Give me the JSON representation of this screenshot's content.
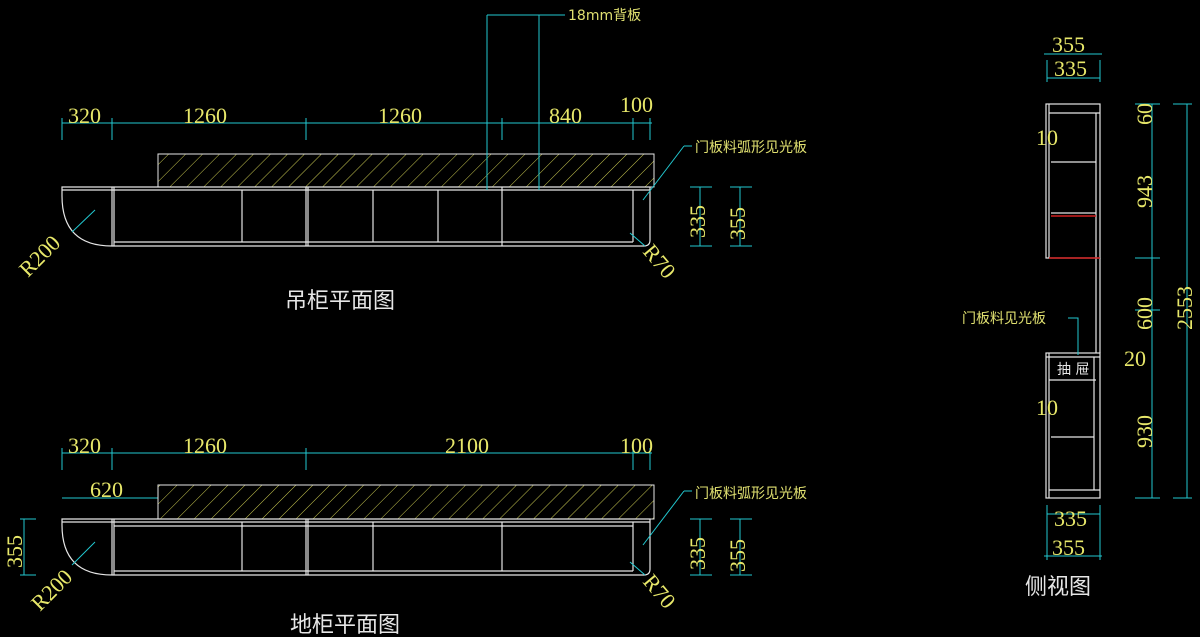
{
  "wall_plan": {
    "title": "吊柜平面图",
    "dims": [
      "320",
      "1260",
      "1260",
      "840",
      "100"
    ],
    "back_panel_note": "18mm背板",
    "door_note": "门板料弧形见光板",
    "depth_dims": [
      "335",
      "355"
    ],
    "radius_left": "R200",
    "radius_right": "R70"
  },
  "base_plan": {
    "title": "地柜平面图",
    "dims": [
      "320",
      "1260",
      "2100",
      "100"
    ],
    "offset_dim": "620",
    "left_depth": "355",
    "door_note": "门板料弧形见光板",
    "depth_dims": [
      "335",
      "355"
    ],
    "radius_left": "R200",
    "radius_right": "R70"
  },
  "side_view": {
    "title": "侧视图",
    "top_dims": [
      "355",
      "335"
    ],
    "bottom_dims": [
      "335",
      "355"
    ],
    "height_dims": [
      "60",
      "943",
      "600",
      "20",
      "930"
    ],
    "total_height": "2553",
    "gap_upper": "10",
    "gap_lower": "10",
    "drawer_label": "抽 屉",
    "door_note": "门板料见光板"
  },
  "colors": {
    "background": "#000000",
    "dimension": "#22c8d0",
    "text": "#e8e86a",
    "line": "#e6e6e6",
    "hatch": "#c8c850"
  }
}
